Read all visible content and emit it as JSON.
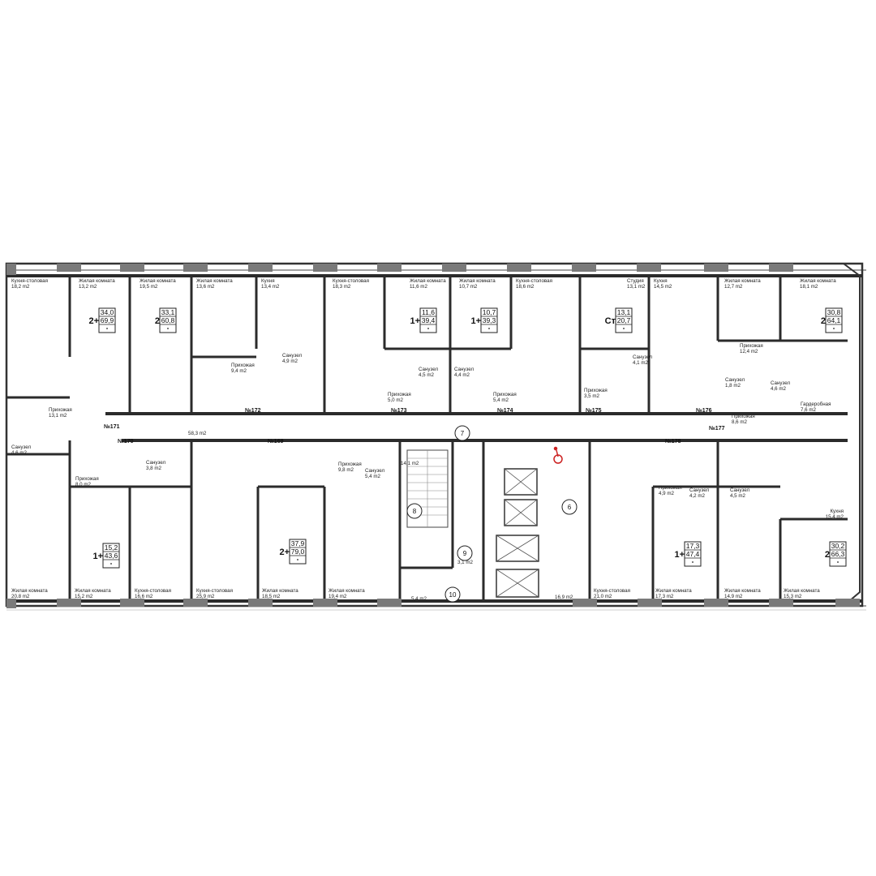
{
  "rooms": [
    {
      "id": "r1",
      "name": "Кухня-столовая",
      "area": "18,2 m2"
    },
    {
      "id": "r2",
      "name": "Жилая комната",
      "area": "13,2 m2"
    },
    {
      "id": "r3",
      "name": "Жилая комната",
      "area": "19,5 m2"
    },
    {
      "id": "r4",
      "name": "Жилая комната",
      "area": "13,6 m2"
    },
    {
      "id": "r5",
      "name": "Кухня",
      "area": "13,4 m2"
    },
    {
      "id": "r6",
      "name": "Кухня-столовая",
      "area": "18,3 m2"
    },
    {
      "id": "r7",
      "name": "Жилая комната",
      "area": "11,6 m2"
    },
    {
      "id": "r8",
      "name": "Жилая комната",
      "area": "10,7 m2"
    },
    {
      "id": "r9",
      "name": "Кухня-столовая",
      "area": "18,6 m2"
    },
    {
      "id": "r10",
      "name": "Студия",
      "area": "13,1 m2"
    },
    {
      "id": "r11",
      "name": "Кухня",
      "area": "14,5 m2"
    },
    {
      "id": "r12",
      "name": "Жилая комната",
      "area": "12,7 m2"
    },
    {
      "id": "r13",
      "name": "Жилая комната",
      "area": "18,1 m2"
    },
    {
      "id": "r14",
      "name": "Прихожая",
      "area": "9,4 m2"
    },
    {
      "id": "r15",
      "name": "Санузел",
      "area": "4,9 m2"
    },
    {
      "id": "r16",
      "name": "Санузел",
      "area": "4,5 m2"
    },
    {
      "id": "r17",
      "name": "Санузел",
      "area": "4,4 m2"
    },
    {
      "id": "r18",
      "name": "Прихожая",
      "area": "5,0 m2"
    },
    {
      "id": "r19",
      "name": "Прихожая",
      "area": "5,4 m2"
    },
    {
      "id": "r20",
      "name": "Прихожая",
      "area": "3,5 m2"
    },
    {
      "id": "r21",
      "name": "Санузел",
      "area": "4,1 m2"
    },
    {
      "id": "r22",
      "name": "Прихожая",
      "area": "12,4 m2"
    },
    {
      "id": "r23",
      "name": "Санузел",
      "area": "1,8 m2"
    },
    {
      "id": "r24",
      "name": "Санузел",
      "area": "4,6 m2"
    },
    {
      "id": "r25",
      "name": "Гардеробная",
      "area": "7,6 m2"
    },
    {
      "id": "r26",
      "name": "Прихожая",
      "area": "8,6 m2"
    },
    {
      "id": "r27",
      "name": "Прихожая",
      "area": "13,1 m2"
    },
    {
      "id": "r28",
      "name": "Санузел",
      "area": "4,6 m2"
    },
    {
      "id": "r29",
      "name": "",
      "area": "58,3 m2"
    },
    {
      "id": "r30",
      "name": "Санузел",
      "area": "3,8 m2"
    },
    {
      "id": "r31",
      "name": "Прихожая",
      "area": "8,0 m2"
    },
    {
      "id": "r32",
      "name": "Прихожая",
      "area": "9,8 m2"
    },
    {
      "id": "r33",
      "name": "Санузел",
      "area": "5,4 m2"
    },
    {
      "id": "r34",
      "name": "",
      "area": "14,1 m2"
    },
    {
      "id": "r35",
      "name": "",
      "area": "3,1 m2"
    },
    {
      "id": "r36",
      "name": "",
      "area": "5,4 m2"
    },
    {
      "id": "r37",
      "name": "",
      "area": "16,9 m2"
    },
    {
      "id": "r38",
      "name": "Прихожая",
      "area": "4,9 m2"
    },
    {
      "id": "r39",
      "name": "Санузел",
      "area": "4,2 m2"
    },
    {
      "id": "r40",
      "name": "Санузел",
      "area": "4,5 m2"
    },
    {
      "id": "r41",
      "name": "Кухня",
      "area": "15,4 m2"
    },
    {
      "id": "r42",
      "name": "Жилая комната",
      "area": "20,8 m2"
    },
    {
      "id": "r43",
      "name": "Жилая комната",
      "area": "15,2 m2"
    },
    {
      "id": "r44",
      "name": "Кухня-столовая",
      "area": "16,6 m2"
    },
    {
      "id": "r45",
      "name": "Кухня-столовая",
      "area": "25,9 m2"
    },
    {
      "id": "r46",
      "name": "Жилая комната",
      "area": "18,5 m2"
    },
    {
      "id": "r47",
      "name": "Жилая комната",
      "area": "19,4 m2"
    },
    {
      "id": "r48",
      "name": "Кухня-столовая",
      "area": "21,0 m2"
    },
    {
      "id": "r49",
      "name": "Жилая комната",
      "area": "17,3 m2"
    },
    {
      "id": "r50",
      "name": "Жилая комната",
      "area": "14,9 m2"
    },
    {
      "id": "r51",
      "name": "Жилая комната",
      "area": "15,3 m2"
    }
  ],
  "apartment_numbers": [
    "№171",
    "№172",
    "№173",
    "№174",
    "№175",
    "№176",
    "№177",
    "№170",
    "№169",
    "№178"
  ],
  "tags": [
    {
      "id": "t1",
      "type": "2+",
      "living": "34,0",
      "total": "69,9"
    },
    {
      "id": "t2",
      "type": "2",
      "living": "33,1",
      "total": "60,8"
    },
    {
      "id": "t3",
      "type": "1+",
      "living": "11,6",
      "total": "39,4"
    },
    {
      "id": "t4",
      "type": "1+",
      "living": "10,7",
      "total": "39,3"
    },
    {
      "id": "t5",
      "type": "Ст",
      "living": "13,1",
      "total": "20,7"
    },
    {
      "id": "t6",
      "type": "2",
      "living": "30,8",
      "total": "64,1"
    },
    {
      "id": "t7",
      "type": "1+",
      "living": "15,2",
      "total": "43,6"
    },
    {
      "id": "t8",
      "type": "2+",
      "living": "37,9",
      "total": "79,0"
    },
    {
      "id": "t9",
      "type": "1+",
      "living": "17,3",
      "total": "47,4"
    },
    {
      "id": "t10",
      "type": "2",
      "living": "30,2",
      "total": "66,3"
    }
  ],
  "circle_labels": [
    "7",
    "8",
    "9",
    "10",
    "6"
  ],
  "colors": {
    "wall": "#2b2b2b",
    "accent": "#cc2222",
    "column": "#7a7a7a"
  }
}
